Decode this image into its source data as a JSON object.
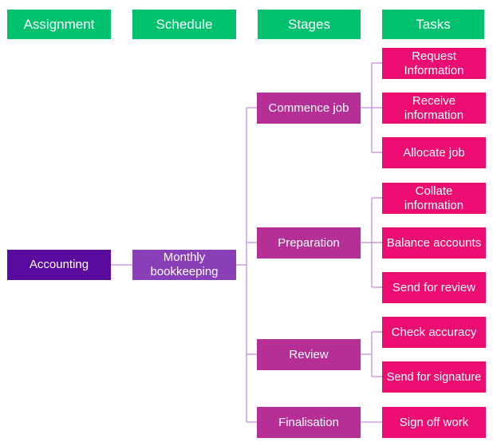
{
  "headers": {
    "assignment": "Assignment",
    "schedule": "Schedule",
    "stages": "Stages",
    "tasks": "Tasks"
  },
  "assignment": "Accounting",
  "schedule": "Monthly bookkeeping",
  "stages": [
    "Commence job",
    "Preparation",
    "Review",
    "Finalisation"
  ],
  "tasks": [
    "Request Information",
    "Receive information",
    "Allocate job",
    "Collate information",
    "Balance accounts",
    "Send for review",
    "Check accuracy",
    "Send for signature",
    "Sign off work"
  ],
  "colors": {
    "header": "#00c16e",
    "assignment": "#5b0aa0",
    "schedule": "#8a3fb8",
    "stage": "#b52f96",
    "task": "#ec0c72",
    "connector": "#c48fd8"
  }
}
